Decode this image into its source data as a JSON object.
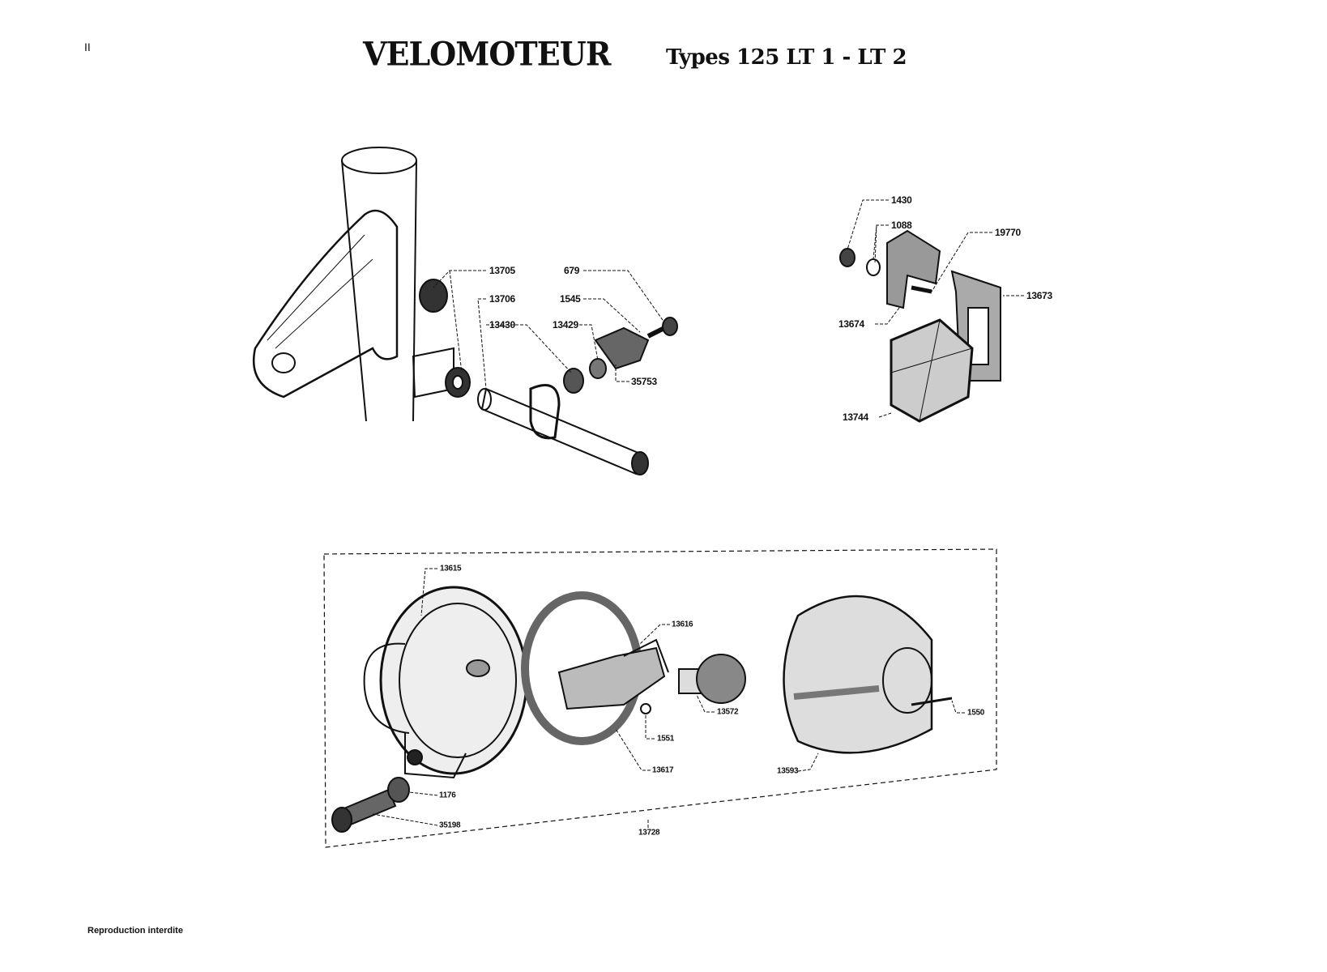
{
  "header": {
    "page_number": "II",
    "title": "VELOMOTEUR",
    "subtitle": "Types  125 LT 1  -  LT 2"
  },
  "upper_left_assembly": {
    "labels": [
      "13705",
      "13706",
      "13430",
      "679",
      "1545",
      "13429",
      "35753"
    ]
  },
  "upper_right_assembly": {
    "labels": [
      "1430",
      "1088",
      "19770",
      "13673",
      "13674",
      "13744"
    ]
  },
  "lower_assembly": {
    "labels": [
      "13615",
      "13616",
      "13572",
      "1550",
      "1551",
      "13617",
      "13593",
      "1176",
      "35198",
      "13728"
    ]
  },
  "footer": {
    "notice": "Reproduction interdite"
  }
}
